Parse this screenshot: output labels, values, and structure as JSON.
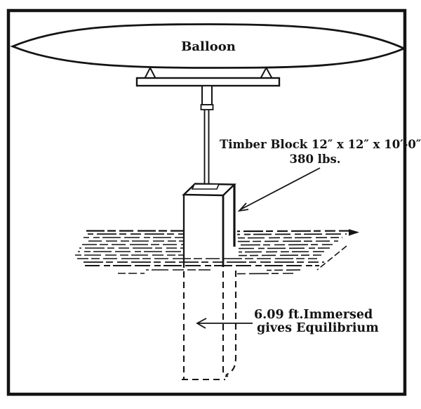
{
  "figure": {
    "ink_color": "#141414",
    "paper_color": "#ffffff",
    "labels": {
      "balloon": "Balloon",
      "block_dimensions": "Timber Block 12″ x 12″ x 10′-0″",
      "block_weight": "380 lbs.",
      "immersion_line1": "6.09 ft.Immersed",
      "immersion_line2": "gives Equilibrium"
    }
  }
}
